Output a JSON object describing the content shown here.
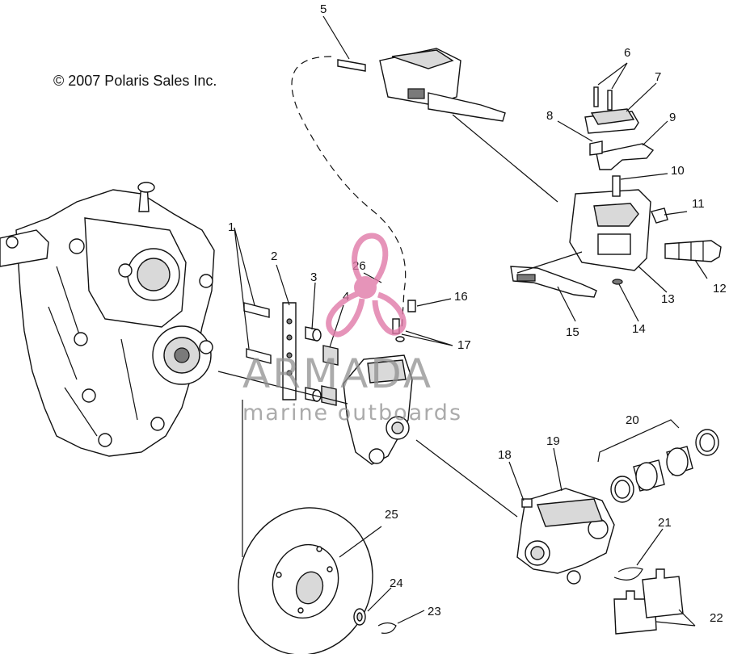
{
  "copyright": "© 2007 Polaris Sales Inc.",
  "watermark": {
    "brand": "ARMADA",
    "tagline": "marine outboards",
    "logo_color": "#e07aa8"
  },
  "callouts": [
    "1",
    "2",
    "3",
    "4",
    "5",
    "6",
    "7",
    "8",
    "9",
    "10",
    "11",
    "12",
    "13",
    "14",
    "15",
    "16",
    "17",
    "18",
    "19",
    "20",
    "21",
    "22",
    "23",
    "24",
    "25",
    "26"
  ]
}
